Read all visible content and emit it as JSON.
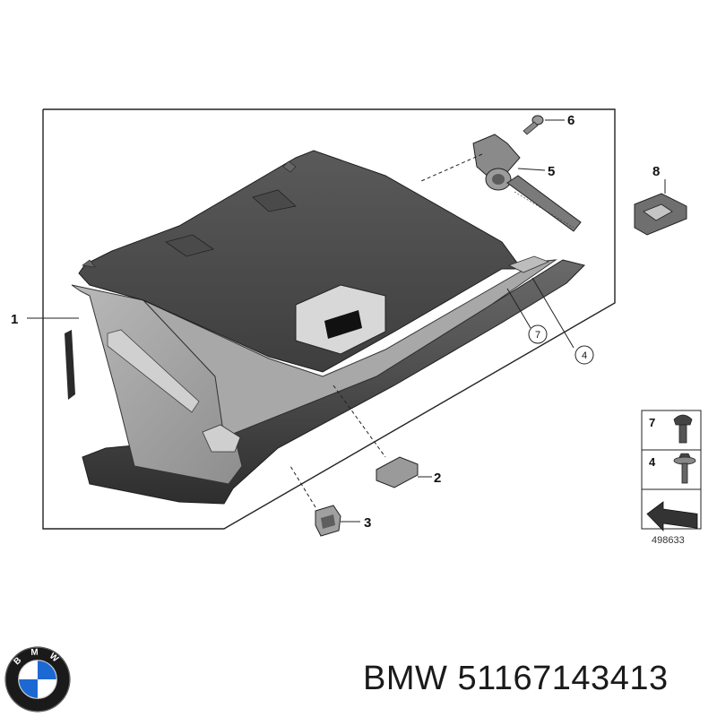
{
  "callouts": {
    "c1": "1",
    "c2": "2",
    "c3": "3",
    "c4": "4",
    "c5": "5",
    "c6": "6",
    "c7": "7",
    "c8": "8"
  },
  "legend": {
    "l7": "7",
    "l4": "4"
  },
  "reference_number": "498633",
  "caption": {
    "brand": "BMW",
    "part_number": "51167143413"
  },
  "logo": {
    "top_letters": "B M W",
    "colors": {
      "blue": "#1c69d4",
      "white": "#ffffff",
      "ring": "#1a1a1a"
    }
  }
}
